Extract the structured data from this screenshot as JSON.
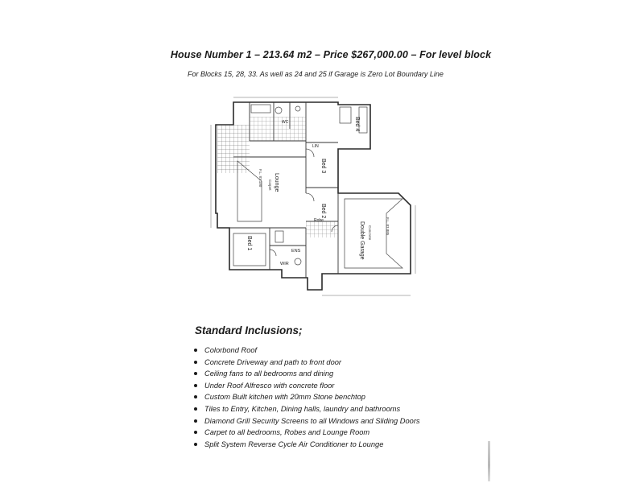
{
  "header": {
    "title": "House Number 1 – 213.64 m2 – Price $267,000.00 – For level block",
    "subtitle": "For Blocks 15, 28, 33.   As well as 24 and 25 if Garage is Zero Lot Boundary Line"
  },
  "floor_plan": {
    "rooms": {
      "bed4": "Bed 4",
      "bed3": "Bed 3",
      "bed2": "Bed 2",
      "bed1": "Bed 1",
      "lounge": "Lounge",
      "double_garage": "Double Garage",
      "wir": "WIR",
      "ens": "ENS",
      "robe": "Robe",
      "lin": "LIN",
      "wc": "WC"
    },
    "floor_codes": {
      "lounge": "F.L. 87.100",
      "garage": "F.L. 87.885"
    },
    "finishes": {
      "carpet": "Carpet",
      "concrete": "Concrete"
    }
  },
  "inclusions": {
    "heading": "Standard Inclusions;",
    "items": [
      "Colorbond Roof",
      "Concrete Driveway and path to front door",
      "Ceiling fans to all bedrooms and dining",
      "Under Roof Alfresco with concrete floor",
      "Custom Built kitchen with 20mm Stone benchtop",
      "Tiles to Entry, Kitchen, Dining halls, laundry and bathrooms",
      "Diamond Grill Security Screens to all Windows and Sliding Doors",
      "Carpet to all bedrooms, Robes and Lounge Room",
      "Split System Reverse Cycle Air Conditioner to Lounge"
    ]
  }
}
